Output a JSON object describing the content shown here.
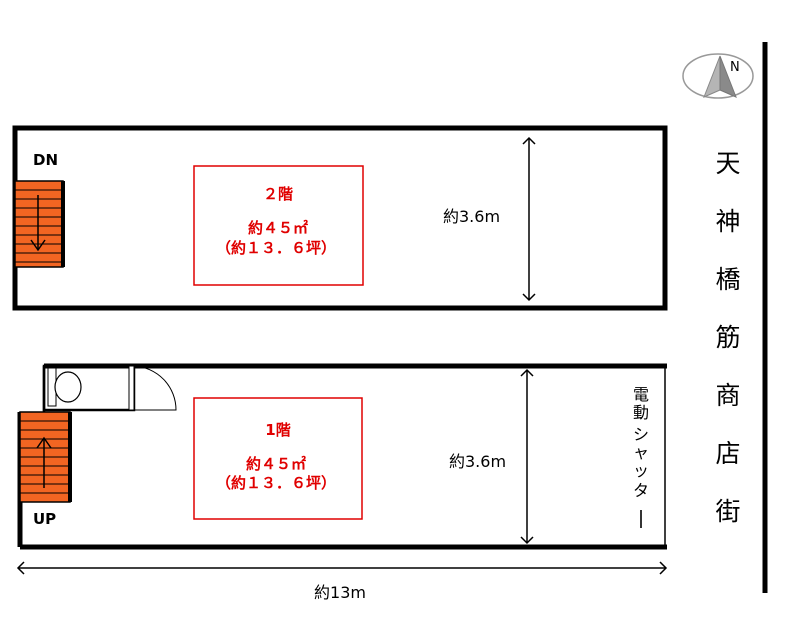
{
  "compass": {
    "label": "N"
  },
  "street": {
    "name": "天神橋筋商店街",
    "chars": [
      "天",
      "神",
      "橋",
      "筋",
      "商",
      "店",
      "街"
    ]
  },
  "floor2": {
    "title": "２階",
    "area": "約４５㎡",
    "area_tsubo": "（約１３．６坪）",
    "stair_label": "DN",
    "width_label": "約3.6m"
  },
  "floor1": {
    "title": "1階",
    "area": "約４５㎡",
    "area_tsubo": "（約１３．６坪）",
    "stair_label": "UP",
    "width_label": "約3.6m",
    "shutter": "電動シャッター",
    "shutter_chars": [
      "電",
      "動",
      "シ",
      "ャ",
      "ッ",
      "タ",
      "ー"
    ]
  },
  "length_label": "約13m",
  "colors": {
    "stairs": "#f26522",
    "room_outline": "#e00000",
    "label_red": "#e00000",
    "walls": "#000000"
  }
}
